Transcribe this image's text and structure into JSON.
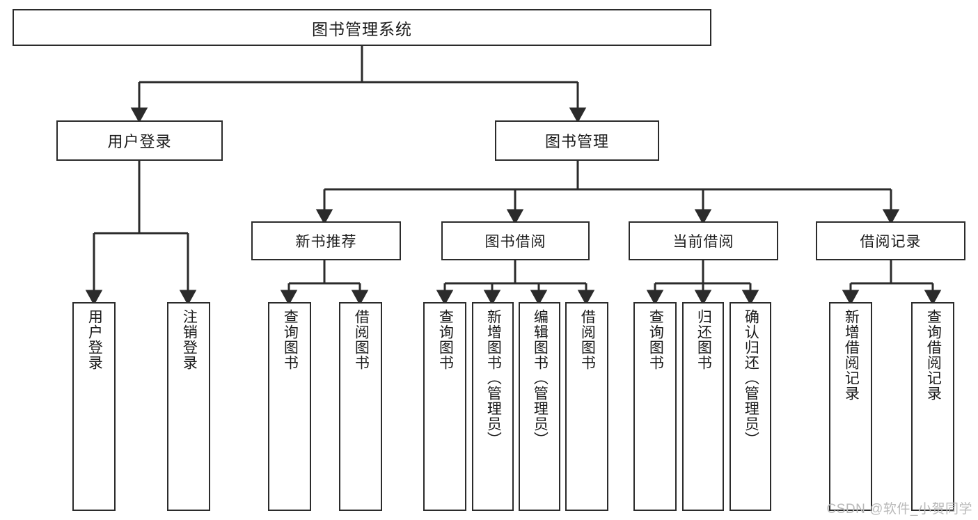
{
  "diagram": {
    "title": "图书管理系统",
    "watermark": "CSDN @软件_小贺同学",
    "line_color": "#2b2b2b",
    "text_color": "#1a1a1a",
    "background": "#ffffff",
    "watermark_color": "#b9b9b9"
  },
  "nodes": {
    "root": {
      "label": "图书管理系统"
    },
    "user_login": {
      "label": "用户登录"
    },
    "book_manage": {
      "label": "图书管理"
    },
    "new_book_rec": {
      "label": "新书推荐"
    },
    "book_borrow": {
      "label": "图书借阅"
    },
    "current_borrow": {
      "label": "当前借阅"
    },
    "borrow_record": {
      "label": "借阅记录"
    },
    "leaf_user_login": {
      "label": "用户登录"
    },
    "leaf_logout": {
      "label": "注销登录"
    },
    "leaf_query_book_1": {
      "label": "查询图书"
    },
    "leaf_borrow_book_1": {
      "label": "借阅图书"
    },
    "leaf_query_book_2": {
      "label": "查询图书"
    },
    "leaf_add_book": {
      "label": "新增图书（管理员）"
    },
    "leaf_edit_book": {
      "label": "编辑图书（管理员）"
    },
    "leaf_borrow_book_2": {
      "label": "借阅图书"
    },
    "leaf_query_book_3": {
      "label": "查询图书"
    },
    "leaf_return_book": {
      "label": "归还图书"
    },
    "leaf_confirm_return": {
      "label": "确认归还（管理员）"
    },
    "leaf_add_record": {
      "label": "新增借阅记录"
    },
    "leaf_query_record": {
      "label": "查询借阅记录"
    }
  },
  "tree": {
    "root_label": "图书管理系统",
    "children": [
      {
        "label": "用户登录",
        "children": [
          {
            "label": "用户登录"
          },
          {
            "label": "注销登录"
          }
        ]
      },
      {
        "label": "图书管理",
        "children": [
          {
            "label": "新书推荐",
            "children": [
              {
                "label": "查询图书"
              },
              {
                "label": "借阅图书"
              }
            ]
          },
          {
            "label": "图书借阅",
            "children": [
              {
                "label": "查询图书"
              },
              {
                "label": "新增图书（管理员）"
              },
              {
                "label": "编辑图书（管理员）"
              },
              {
                "label": "借阅图书"
              }
            ]
          },
          {
            "label": "当前借阅",
            "children": [
              {
                "label": "查询图书"
              },
              {
                "label": "归还图书"
              },
              {
                "label": "确认归还（管理员）"
              }
            ]
          },
          {
            "label": "借阅记录",
            "children": [
              {
                "label": "新增借阅记录"
              },
              {
                "label": "查询借阅记录"
              }
            ]
          }
        ]
      }
    ]
  }
}
